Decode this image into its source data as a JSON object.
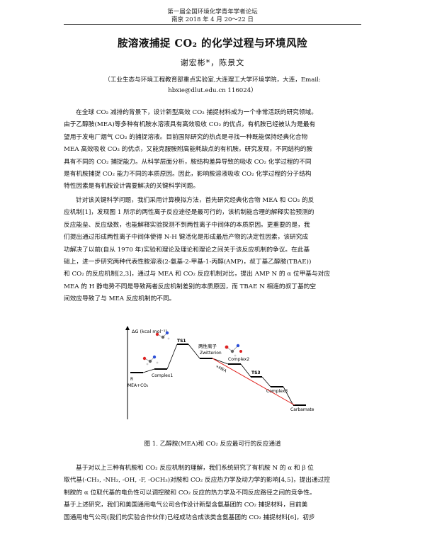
{
  "header": {
    "line1": "第一届全国环境化学青年学者论坛",
    "line2": "南京 2018 年 4 月 20～22 日"
  },
  "title": "胺溶液捕捉 CO₂ 的化学过程与环境风险",
  "authors": "谢宏彬*，陈景文",
  "affiliation": {
    "line1": "（工业生态与环境工程教育部重点实验室,大连理工大学环境学院，大连，Email:",
    "line2": "hbxie@dlut.edu.cn 116024）"
  },
  "paragraphs": [
    {
      "lines": [
        "在全球 CO₂ 减排的背景下，设计新型高效 CO₂ 捕捉材料成为一个非常活跃的研究领域。",
        "由于乙醇胺(MEA)等多种有机胺水溶液具有高效吸收 CO₂ 的优点，有机胺已经被认为是最有",
        "望用于发电厂烟气  CO₂ 的捕捉溶液。目前国际研究的热点是寻找一种既能保持经典化合物",
        "MEA 高效吸收 CO₂ 的优点，又能克服胺附高能耗缺点的有机胺。研究发现，不同结构的胺",
        "具有不同的 CO₂ 捕捉能力。从科学层面分析，胺结构差异导致的吸收 CO₂ 化学过程的不同",
        "是有机胺捕捉 CO₂ 能力不同的本质原因。因此，影响胺溶液吸收 CO₂ 化学过程的分子结构",
        "特性因素是有机胺设计需要解决的关键科学问题。"
      ]
    },
    {
      "lines": [
        "针对该关键科学问题，我们采用计算模拟方法，首先研究经典化合物 MEA 和 CO₂ 的反",
        "应机制[1]，发现图 1 所示的两性离子反应途径是最可行的，该机制能合理的解释实验预测的",
        "反应能垒、反应级数，也能解释实验探测不到两性离子中间体的本质原因。更重要的是，我",
        "们提出通过形成两性离子中间体使得 N-H 键活化是形成最后产物的决定性因素，该研究成",
        "功解决了以前(自从 1970 年)实验和理论及理论和理论之间关于该反应机制的争议。在此基",
        "础上，进一步研究两种代表性胺溶液(2-氨基-2-甲基-1-丙醇(AMP)，叔丁基乙醇胺(TBAE))",
        "和 CO₂ 的反应机制[2,3]，通过与 MEA 和 CO₂ 反应机制对比，提出 AMP N 的 α 位甲基与对应",
        "MEA 的 H 静电势不同是导致两者反应机制差别的本质原因，而 TBAE N 相连的叔丁基的空",
        "间效应导致了与 MEA 反应机制的不同。"
      ]
    },
    {
      "lines": [
        "基于对以上三种有机胺和 CO₂ 反应机制的理解，我们系统研究了有机胺 N 的 α 和 β 位",
        "取代基(-CH₃, -NH₂, -OH, -F, -OCH₃)对胺和 CO₂ 反应热力学及动力学的影响[4,5]，提出通过控",
        "制胺的 α 位取代基的电负性可以调控胺和 CO₂ 反应的热力学及不同反应路径之间的竞争性。",
        "基于上述研究，我们和美国通用电气公司合作设计新型含氨基团的  CO₂ 捕捉材料，目前美",
        "国通用电气公司(我们的实验合作伙伴)已经成功合成该类含氨基团的 CO₂ 捕捉材料[6]，初步"
      ]
    }
  ],
  "figure": {
    "ylabel": "ΔG (kcal mol⁻¹)",
    "labels": {
      "r": "R",
      "r_sub": "MEA+CO₂",
      "complex1": "Complex1",
      "ts1": "TS1",
      "zw_cn": "两性离子",
      "zw_en": "Zwitterion",
      "mea": "+MEA",
      "complex2": "Complex2",
      "ts3": "TS3",
      "complex3": "Complex3",
      "carbamate": "Carbamate"
    },
    "caption": "图  1.  乙醇胺(MEA)和 CO₂ 反应最可行的反应通道"
  }
}
